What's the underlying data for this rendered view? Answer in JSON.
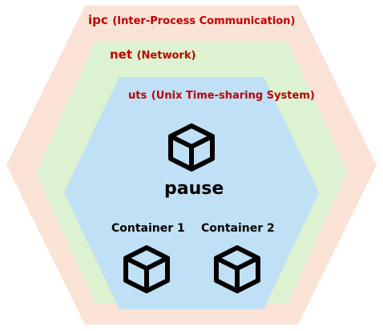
{
  "namespaces": {
    "ipc": {
      "name": "ipc",
      "description": "(Inter-Process Communication)",
      "fill": "#fbe2d6",
      "text_color": "#c00000"
    },
    "net": {
      "name": "net",
      "description": "(Network)",
      "fill": "#dcf2d0",
      "text_color": "#c00000"
    },
    "uts": {
      "name": "uts",
      "description": "(Unix Time-sharing System)",
      "fill": "#c0e0f5",
      "text_color": "#c00000"
    }
  },
  "pause": {
    "label": "pause",
    "icon": "cube-icon"
  },
  "containers": [
    {
      "label": "Container 1",
      "icon": "cube-icon"
    },
    {
      "label": "Container 2",
      "icon": "cube-icon"
    }
  ]
}
